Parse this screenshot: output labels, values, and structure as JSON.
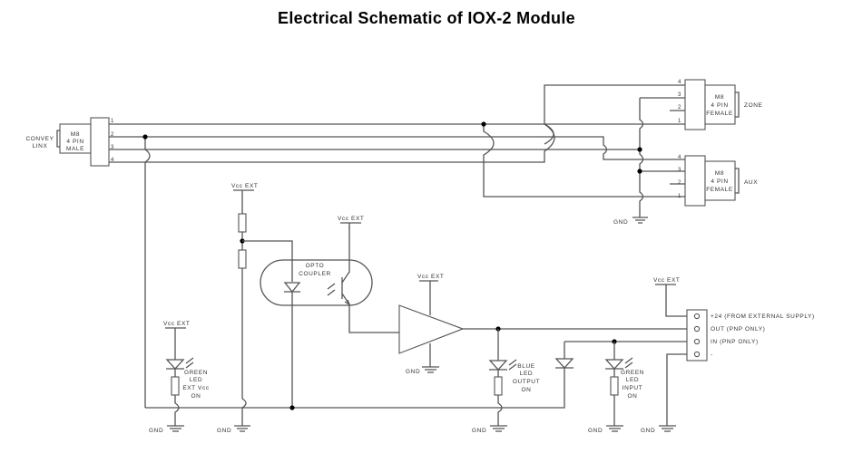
{
  "title": "Electrical Schematic of IOX-2 Module",
  "connectors": {
    "convey": {
      "label_lines": [
        "CONVEY",
        "LINX"
      ],
      "body_lines": [
        "M8",
        "4 PIN",
        "MALE"
      ],
      "pins": [
        "1",
        "2",
        "3",
        "4"
      ]
    },
    "zone": {
      "label": "ZONE",
      "body_lines": [
        "M8",
        "4 PIN",
        "FEMALE"
      ],
      "pins": [
        "4",
        "3",
        "2",
        "1"
      ]
    },
    "aux": {
      "label": "AUX",
      "body_lines": [
        "M8",
        "4 PIN",
        "FEMALE"
      ],
      "pins": [
        "4",
        "3",
        "2",
        "1"
      ]
    }
  },
  "supply_labels": {
    "vcc": "Vcc EXT",
    "gnd": "GND"
  },
  "opto": {
    "label_lines": [
      "OPTO",
      "COUPLER"
    ]
  },
  "leds": {
    "green_ext": [
      "GREEN",
      "LED",
      "EXT Vcc",
      "ON"
    ],
    "blue_out": [
      "BLUE",
      "LED",
      "OUTPUT",
      "ON"
    ],
    "green_in": [
      "GREEN",
      "LED",
      "INPUT",
      "ON"
    ]
  },
  "terminal_block": {
    "pins": [
      "+24 (FROM EXTERNAL SUPPLY)",
      "OUT (PNP ONLY)",
      "IN (PNP ONLY)",
      "-"
    ]
  }
}
